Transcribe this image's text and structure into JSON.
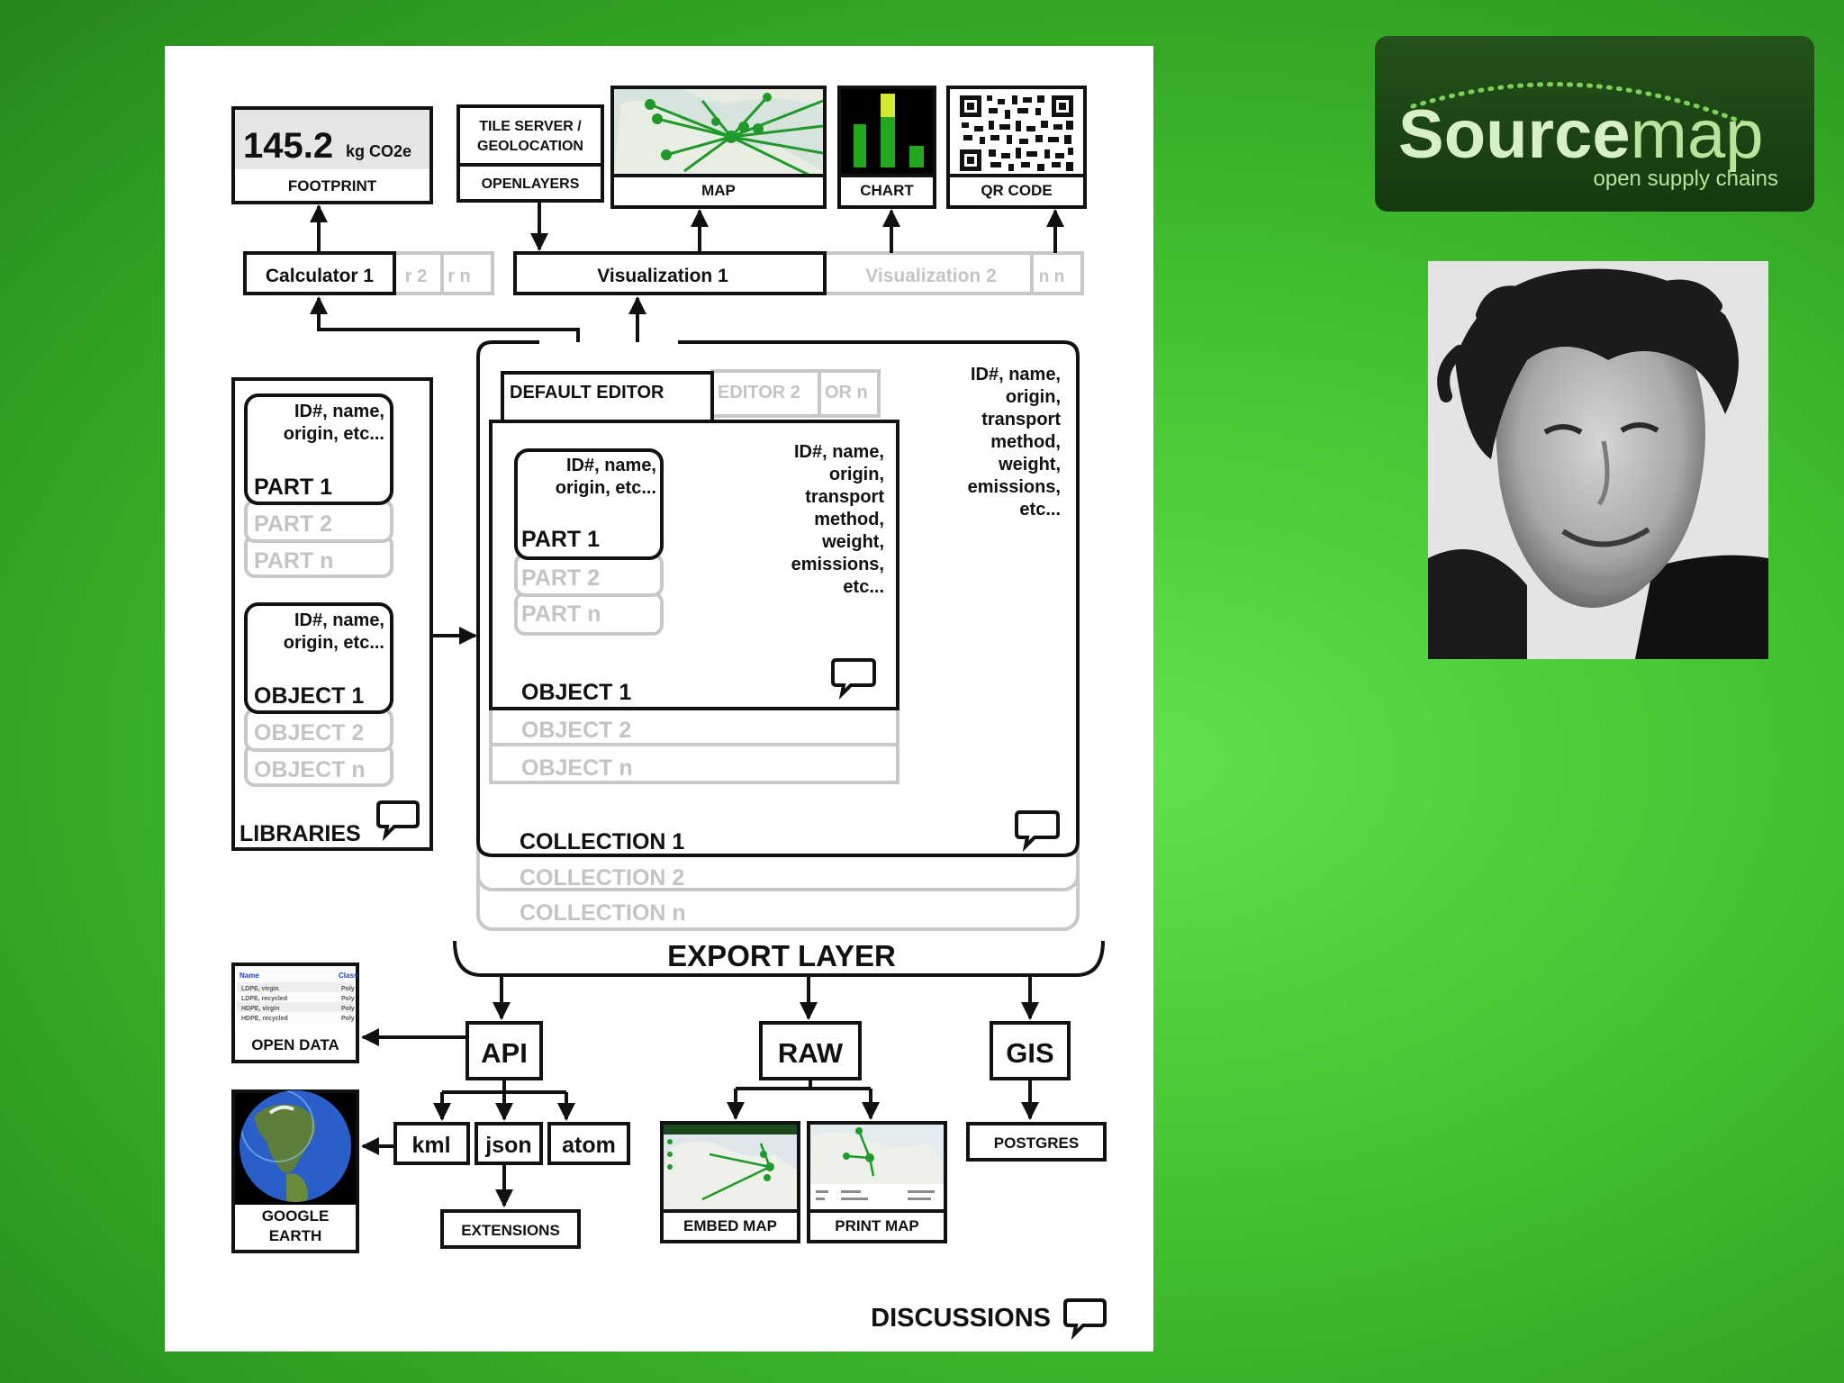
{
  "colors": {
    "background_green": "#46c432",
    "logo_dark_green": "#1d4515",
    "logo_accent": "#7fd05a",
    "ink": "#111111",
    "faded": "#c4c4c4",
    "map_green": "#1f9a2a"
  },
  "logo": {
    "brand": "Sourcemap",
    "brand_a": "Source",
    "brand_b": "map",
    "tagline": "open supply chains"
  },
  "photo": {
    "subject": "presenter-portrait"
  },
  "diagram": {
    "footprint": {
      "value": "145.2",
      "unit": "kg CO2e",
      "label": "FOOTPRINT"
    },
    "tile_server": {
      "line1": "TILE SERVER /",
      "line2": "GEOLOCATION",
      "openlayers": "OPENLAYERS"
    },
    "map_label": "MAP",
    "chart_label": "CHART",
    "qr_label": "QR CODE",
    "calculators": {
      "primary": "Calculator 1",
      "secondary": "r  2",
      "tertiary": "r n"
    },
    "visualizations": {
      "primary": "Visualization 1",
      "secondary": "Visualization 2",
      "tertiary": "n n"
    },
    "libraries": {
      "label": "LIBRARIES",
      "part_meta": [
        "ID#, name,",
        "origin, etc..."
      ],
      "object_meta": [
        "ID#, name,",
        "origin, etc..."
      ],
      "parts": [
        "PART 1",
        "PART 2",
        "PART n"
      ],
      "objects": [
        "OBJECT 1",
        "OBJECT 2",
        "OBJECT n"
      ]
    },
    "editors": {
      "default": "DEFAULT EDITOR",
      "second": "EDITOR 2",
      "nth": "OR n"
    },
    "collection_meta": [
      "ID#, name,",
      "origin,",
      "transport",
      "method,",
      "weight,",
      "emissions,",
      "etc..."
    ],
    "object_meta": [
      "ID#, name,",
      "origin,",
      "transport",
      "method,",
      "weight,",
      "emissions,",
      "etc..."
    ],
    "editor_part_meta": [
      "ID#, name,",
      "origin, etc..."
    ],
    "editor_parts": [
      "PART 1",
      "PART 2",
      "PART n"
    ],
    "editor_objects": [
      "OBJECT 1",
      "OBJECT 2",
      "OBJECT n"
    ],
    "collections": [
      "COLLECTION 1",
      "COLLECTION 2",
      "COLLECTION n"
    ],
    "export_layer": "EXPORT LAYER",
    "api": "API",
    "raw": "RAW",
    "gis": "GIS",
    "open_data": {
      "label": "OPEN DATA",
      "header_left": "Name",
      "header_right": "Class",
      "rows": [
        "LDPE, virgin",
        "LDPE, recycled",
        "HDPE, virgin",
        "HDPE, recycled"
      ],
      "row_tag": "Poly"
    },
    "formats": [
      "kml",
      "json",
      "atom"
    ],
    "extensions": "EXTENSIONS",
    "google_earth": [
      "GOOGLE",
      "EARTH"
    ],
    "embed_map": "EMBED MAP",
    "print_map": "PRINT MAP",
    "postgres": "POSTGRES",
    "discussions": "DISCUSSIONS"
  }
}
